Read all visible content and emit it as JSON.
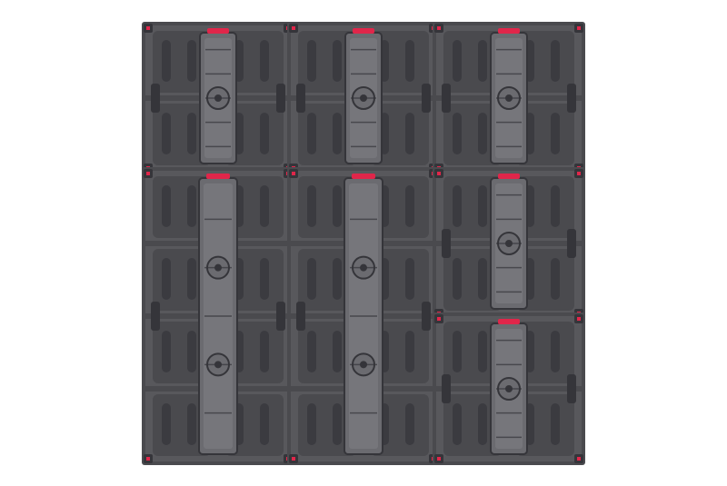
{
  "scene": {
    "subject": "led-display-cabinet-array-rear",
    "cabinets": [
      {
        "id": "cab-top-left",
        "size": "small",
        "row": 0,
        "col": 0
      },
      {
        "id": "cab-top-middle",
        "size": "small",
        "row": 0,
        "col": 1
      },
      {
        "id": "cab-top-right",
        "size": "small",
        "row": 0,
        "col": 2
      },
      {
        "id": "cab-bottom-left",
        "size": "tall",
        "row": 1,
        "col": 0
      },
      {
        "id": "cab-bottom-middle",
        "size": "tall",
        "row": 1,
        "col": 1
      },
      {
        "id": "cab-middle-right",
        "size": "small",
        "row": 1,
        "col": 2
      },
      {
        "id": "cab-bottom-right",
        "size": "small",
        "row": 2,
        "col": 2
      }
    ],
    "colors": {
      "background": "#ffffff",
      "frame": "#4a4a4e",
      "panel": "#58585c",
      "panel_dark": "#3f3f43",
      "module": "#6b6b70",
      "module_light": "#7d7d82",
      "accent": "#e0264a",
      "handle": "#35353a"
    }
  }
}
